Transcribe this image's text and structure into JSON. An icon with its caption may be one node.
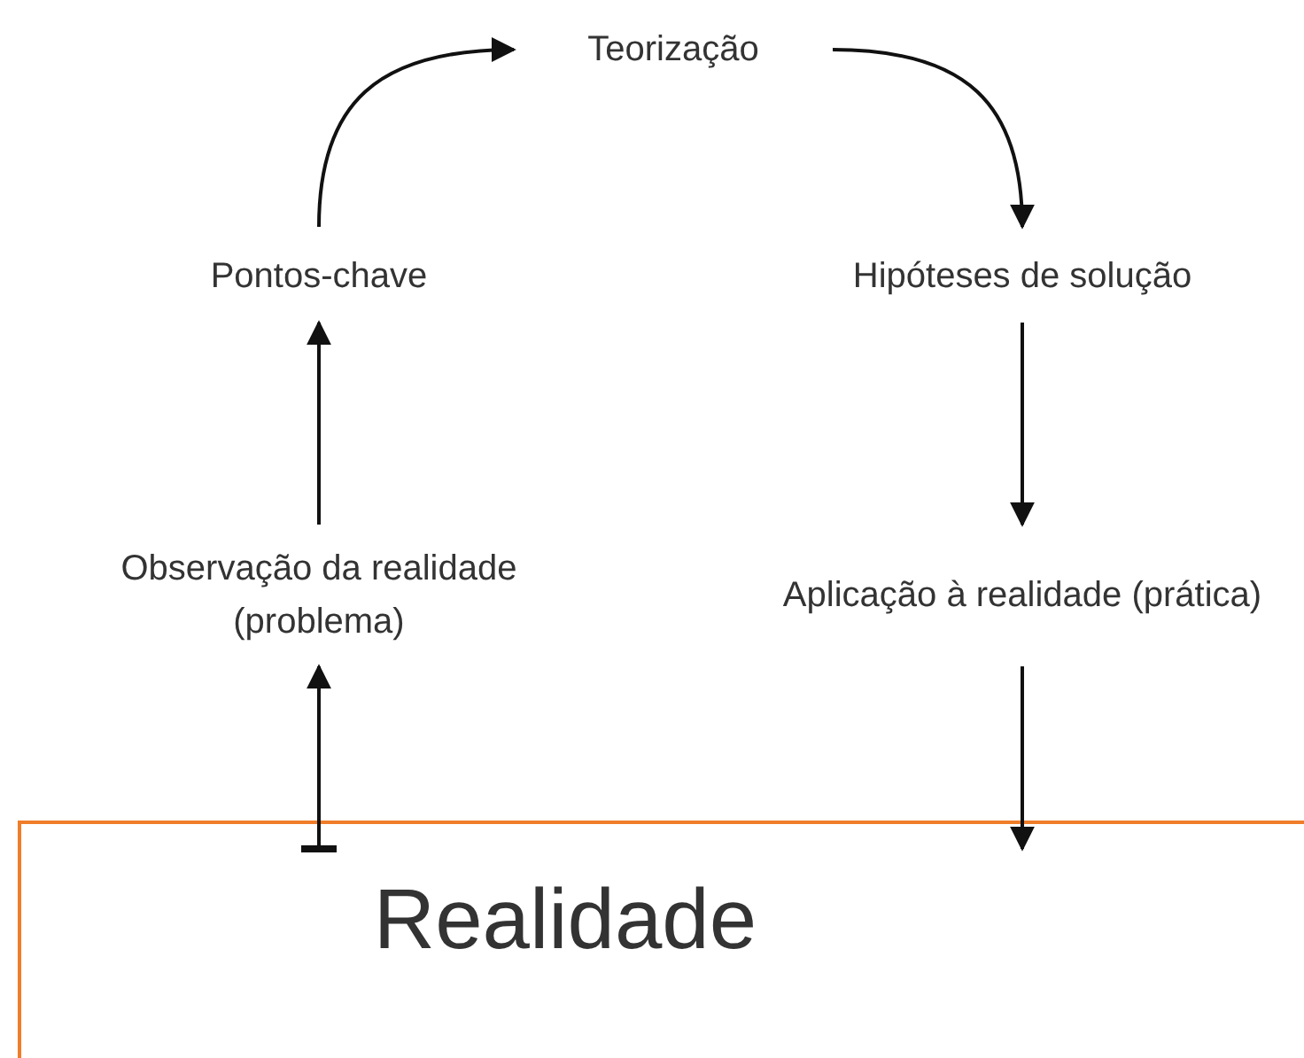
{
  "diagram": {
    "nodes": [
      {
        "text": [
          "Teorização"
        ]
      },
      {
        "text": [
          "Pontos-chave"
        ]
      },
      {
        "text": [
          "Hipóteses de solução"
        ]
      },
      {
        "text": [
          "Observação da realidade (problema)"
        ]
      },
      {
        "text": [
          "Aplicação à realidade (prática)"
        ]
      },
      {
        "text": [
          "Realidade"
        ]
      }
    ],
    "edges": [
      {
        "from": 5,
        "to": 3,
        "arrow": "to"
      },
      {
        "from": 3,
        "to": 1,
        "arrow": "to"
      },
      {
        "from": 1,
        "to": 0,
        "arrow": "to"
      },
      {
        "from": 0,
        "to": 2,
        "arrow": "to"
      },
      {
        "from": 2,
        "to": 4,
        "arrow": "to"
      },
      {
        "from": 4,
        "to": 5,
        "arrow": "to"
      }
    ]
  }
}
